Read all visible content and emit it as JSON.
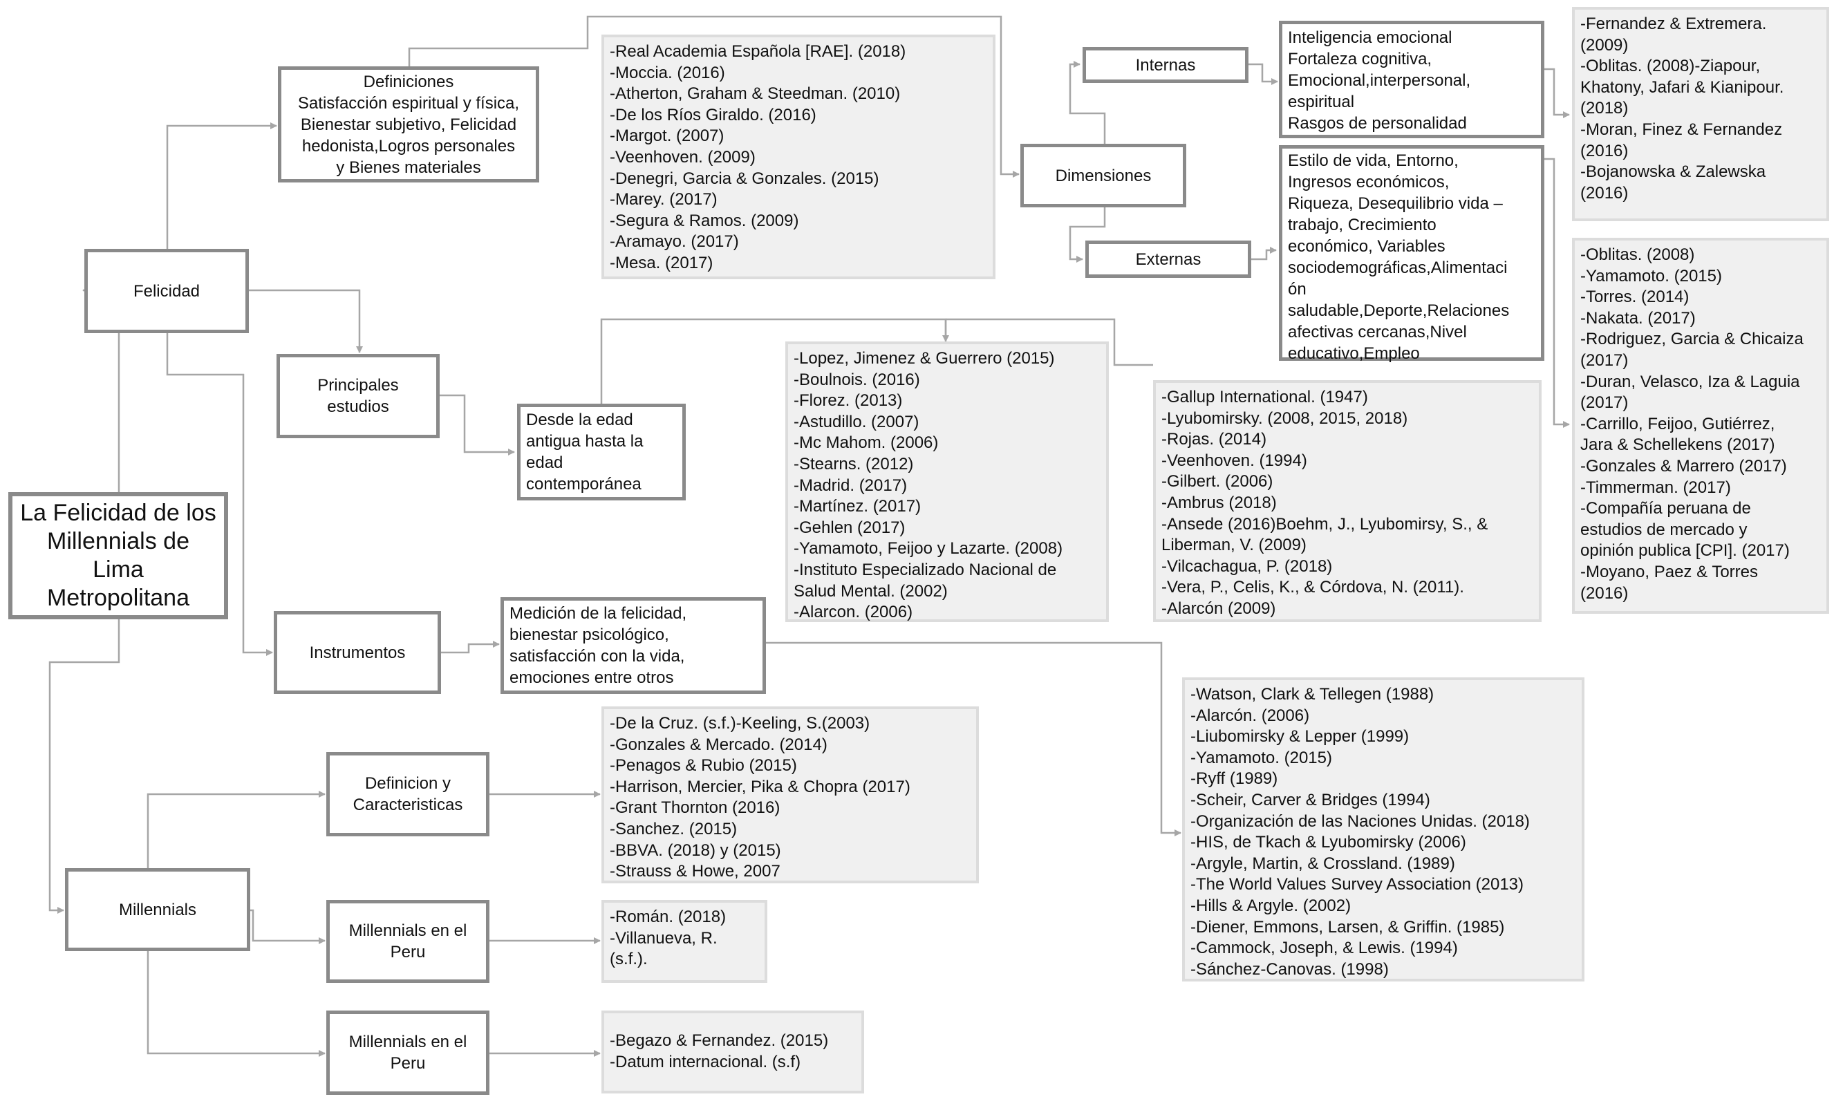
{
  "diagram": {
    "root": "La Felicidad de los Millennials de Lima Metropolitana",
    "root_lines": [
      "La Felicidad de los",
      "Millennials de",
      "Lima",
      "Metropolitana"
    ],
    "felicidad": {
      "label": "Felicidad",
      "definiciones": {
        "lines": [
          "Definiciones",
          "Satisfacción espiritual y física,",
          "Bienestar subjetivo, Felicidad",
          "hedonista,Logros personales",
          "y Bienes materiales"
        ],
        "refs": [
          "-Real Academia Española [RAE]. (2018)",
          "-Moccia. (2016)",
          "-Atherton, Graham & Steedman. (2010)",
          "-De los Ríos Giraldo. (2016)",
          "-Margot. (2007)",
          "-Veenhoven. (2009)",
          "-Denegri, Garcia & Gonzales. (2015)",
          "-Marey. (2017)",
          "-Segura & Ramos. (2009)",
          "-Aramayo. (2017)",
          "-Mesa. (2017)"
        ]
      },
      "dimensiones": {
        "label": "Dimensiones",
        "internas": {
          "label": "Internas",
          "detail": [
            "Inteligencia emocional",
            "Fortaleza cognitiva,",
            "Emocional,interpersonal,",
            "espiritual",
            "Rasgos de personalidad"
          ],
          "refs": [
            "-Fernandez & Extremera.",
            "(2009)",
            "-Oblitas. (2008)-Ziapour,",
            "Khatony, Jafari & Kianipour.",
            "(2018)",
            "-Moran, Finez & Fernandez",
            "(2016)",
            "-Bojanowska & Zalewska",
            "(2016)"
          ]
        },
        "externas": {
          "label": "Externas",
          "detail": [
            "Estilo de vida, Entorno,",
            "Ingresos económicos,",
            "Riqueza, Desequilibrio vida –",
            "trabajo, Crecimiento",
            "económico, Variables",
            "sociodemográficas,Alimentaci",
            "ón",
            "saludable,Deporte,Relaciones",
            "afectivas cercanas,Nivel",
            "educativo,Empleo"
          ],
          "refs": [
            "-Oblitas. (2008)",
            "-Yamamoto. (2015)",
            "-Torres. (2014)",
            "-Nakata. (2017)",
            "-Rodriguez, Garcia & Chicaiza",
            "(2017)",
            "-Duran, Velasco, Iza & Laguia",
            "(2017)",
            "-Carrillo, Feijoo, Gutiérrez,",
            "Jara & Schellekens (2017)",
            "-Gonzales & Marrero (2017)",
            "-Timmerman. (2017)",
            "-Compañía peruana de",
            "estudios de mercado y",
            "opinión publica [CPI]. (2017)",
            "-Moyano, Paez & Torres",
            "(2016)"
          ]
        }
      },
      "estudios": {
        "lines": [
          "Principales",
          "estudios"
        ],
        "detail": [
          "Desde la edad",
          "antigua hasta la",
          "edad",
          "contemporánea"
        ],
        "refs_a": [
          "-Lopez, Jimenez & Guerrero (2015)",
          "-Boulnois. (2016)",
          "-Florez. (2013)",
          "-Astudillo. (2007)",
          "-Mc Mahom. (2006)",
          "-Stearns. (2012)",
          "-Madrid. (2017)",
          "-Martínez. (2017)",
          "-Gehlen (2017)",
          "-Yamamoto, Feijoo y Lazarte. (2008)",
          "-Instituto Especializado Nacional de",
          "Salud Mental. (2002)",
          "-Alarcon. (2006)"
        ],
        "refs_b": [
          "-Gallup International. (1947)",
          "-Lyubomirsky. (2008, 2015, 2018)",
          "-Rojas. (2014)",
          "-Veenhoven. (1994)",
          "-Gilbert. (2006)",
          "-Ambrus (2018)",
          "-Ansede (2016)Boehm, J., Lyubomirsy, S., &",
          "Liberman, V. (2009)",
          "-Vilcachagua, P. (2018)",
          "-Vera, P., Celis, K., & Córdova, N. (2011).",
          "-Alarcón (2009)"
        ]
      },
      "instrumentos": {
        "label": "Instrumentos",
        "detail": [
          "Medición de la felicidad,",
          "bienestar psicológico,",
          "satisfacción con la vida,",
          "emociones entre otros"
        ],
        "refs": [
          "-Watson, Clark & Tellegen (1988)",
          "-Alarcón. (2006)",
          "-Liubomirsky & Lepper (1999)",
          "-Yamamoto. (2015)",
          "-Ryff  (1989)",
          "-Scheir, Carver & Bridges (1994)",
          "-Organización de las Naciones Unidas. (2018)",
          "-HIS, de Tkach & Lyubomirsky (2006)",
          "-Argyle, Martin, & Crossland. (1989)",
          "-The World Values Survey Association (2013)",
          "-Hills & Argyle. (2002)",
          "-Diener, Emmons, Larsen, & Griffin. (1985)",
          "-Cammock, Joseph, & Lewis. (1994)",
          "-Sánchez-Canovas. (1998)"
        ]
      }
    },
    "millennials": {
      "label": "Millennials",
      "definicion": {
        "lines": [
          "Definicion y",
          "Caracteristicas"
        ],
        "refs": [
          "-De la Cruz. (s.f.)-Keeling, S.(2003)",
          "-Gonzales & Mercado. (2014)",
          "-Penagos & Rubio (2015)",
          "-Harrison, Mercier, Pika & Chopra (2017)",
          "-Grant Thornton (2016)",
          "-Sanchez. (2015)",
          "-BBVA. (2018) y (2015)",
          "-Strauss & Howe, 2007"
        ]
      },
      "peru1": {
        "lines": [
          "Millennials en el",
          "Peru"
        ],
        "refs": [
          "-Román. (2018)",
          "-Villanueva, R.",
          "(s.f.)."
        ]
      },
      "peru2": {
        "lines": [
          "Millennials en el",
          "Peru"
        ],
        "refs": [
          "-Begazo & Fernandez. (2015)",
          "-Datum internacional. (s.f)"
        ]
      }
    }
  },
  "colors": {
    "border": "#8a8a8a",
    "line": "#a6a6a6",
    "ref_fill": "#f0f0f0",
    "ref_border": "#dcdcdc"
  }
}
